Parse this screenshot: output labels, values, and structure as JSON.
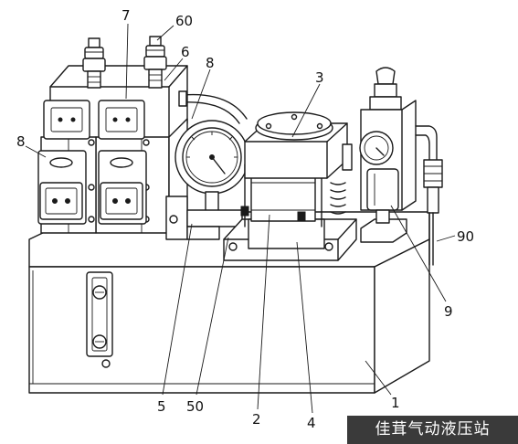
{
  "diagram": {
    "callouts": [
      {
        "id": "c-1",
        "text": "1"
      },
      {
        "id": "c-2",
        "text": "2"
      },
      {
        "id": "c-3",
        "text": "3"
      },
      {
        "id": "c-4",
        "text": "4"
      },
      {
        "id": "c-5",
        "text": "5"
      },
      {
        "id": "c-6",
        "text": "6"
      },
      {
        "id": "c-7",
        "text": "7"
      },
      {
        "id": "c-8a",
        "text": "8"
      },
      {
        "id": "c-8b",
        "text": "8"
      },
      {
        "id": "c-9",
        "text": "9"
      },
      {
        "id": "c-50",
        "text": "50"
      },
      {
        "id": "c-60",
        "text": "60"
      },
      {
        "id": "c-90",
        "text": "90"
      }
    ]
  },
  "watermark": {
    "text": "佳茸气动液压站"
  }
}
